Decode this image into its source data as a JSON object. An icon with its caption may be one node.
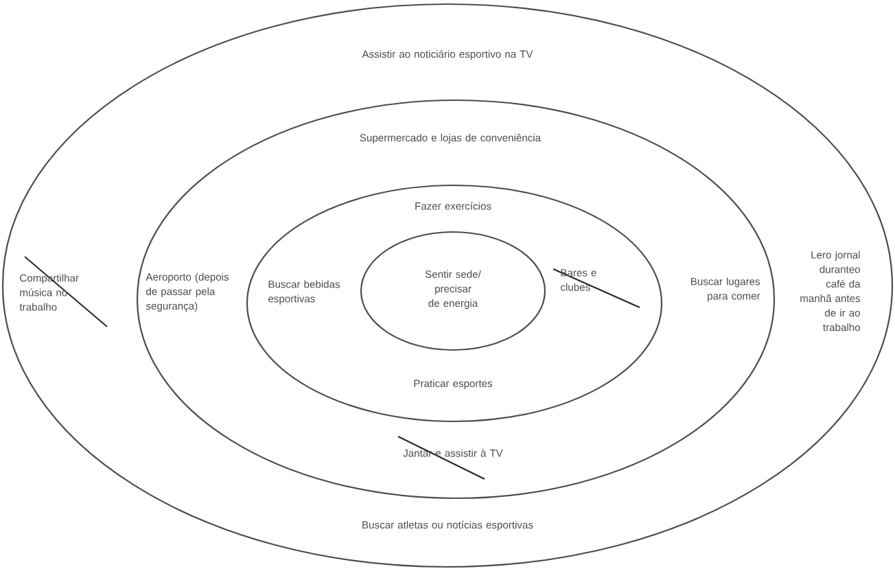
{
  "diagram": {
    "nodes": [
      {
        "text": [
          "Assistir ao noticiário esportivo na TV",
          "Compartilhar música no trabalho",
          "Lero jornal duranteo café da manhã antes de ir ao trabalho",
          "Buscar atletas ou notícias esportivas"
        ]
      },
      {
        "text": [
          "Supermercado e lojas de conveniência",
          "Aeroporto (depois de passar pela segurança)",
          "Buscar lugares para comer",
          "Jantar e assistir à TV"
        ],
        "in": 0
      },
      {
        "text": [
          "Fazer exercícios",
          "Buscar bebidas esportivas",
          "Bares e clubes",
          "Praticar esportes"
        ],
        "in": 1
      },
      {
        "text": [
          "Sentir sede/ precisar de energia"
        ],
        "in": 2
      }
    ]
  }
}
